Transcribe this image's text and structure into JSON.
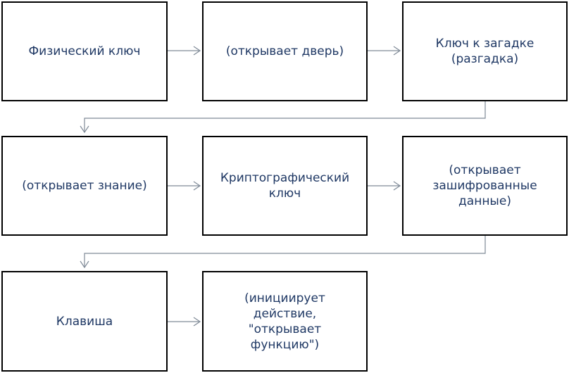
{
  "diagram": {
    "row1": {
      "box1": "Физический ключ",
      "box2": "(открывает дверь)",
      "box3": "Ключ к загадке\n(разгадка)"
    },
    "row2": {
      "box1": "(открывает знание)",
      "box2": "Криптографический\nключ",
      "box3": "(открывает\nзашифрованные\nданные)"
    },
    "row3": {
      "box1": "Клавиша",
      "box2": "(инициирует\nдействие,\n\"открывает\nфункцию\")"
    }
  }
}
